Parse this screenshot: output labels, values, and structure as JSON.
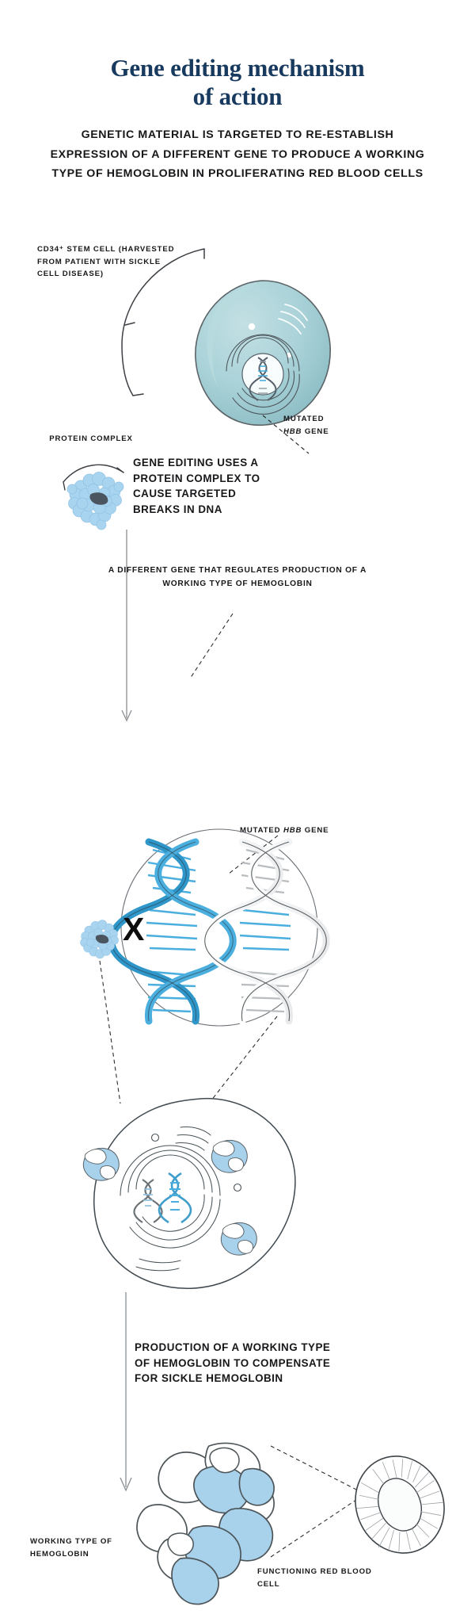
{
  "header": {
    "title_line1": "Gene editing mechanism",
    "title_line2": "of action",
    "title_color": "#173a5e",
    "subtitle": "GENETIC MATERIAL IS TARGETED TO RE-ESTABLISH EXPRESSION OF A DIFFERENT GENE TO PRODUCE A WORKING TYPE OF HEMOGLOBIN IN PROLIFERATING RED BLOOD CELLS"
  },
  "steps": {
    "stem_cell_label": "CD34⁺ STEM CELL (HARVESTED FROM PATIENT WITH SICKLE CELL DISEASE)",
    "mutated_gene_label_line1": "MUTATED",
    "mutated_gene_label_gene": "HBB",
    "mutated_gene_label_suffix": " GENE",
    "protein_complex_label": "PROTEIN COMPLEX",
    "gene_editing_text": "GENE EDITING USES A PROTEIN COMPLEX TO CAUSE TARGETED BREAKS IN DNA",
    "different_gene_text": "A DIFFERENT GENE THAT REGULATES PRODUCTION OF A WORKING TYPE OF HEMOGLOBIN",
    "mutated_hbb_inline_prefix": "MUTATED ",
    "mutated_hbb_inline_gene": "HBB",
    "mutated_hbb_inline_suffix": " GENE",
    "cross_mark": "X",
    "production_text": "PRODUCTION OF A WORKING TYPE OF HEMOGLOBIN TO COMPENSATE FOR SICKLE HEMOGLOBIN",
    "working_hemoglobin_label": "WORKING TYPE OF HEMOGLOBIN",
    "red_blood_cell_label": "FUNCTIONING RED BLOOD CELL"
  },
  "colors": {
    "navy": "#173a5e",
    "cell_teal": "#a8d2d8",
    "cell_teal_dark": "#8dc0c8",
    "protein_blue": "#a9d4ef",
    "protein_core": "#4a5560",
    "dna_blue": "#4aaede",
    "hemoglobin_blue": "#a8d2ec",
    "ink": "#17171a",
    "line_gray": "#555a5e"
  }
}
